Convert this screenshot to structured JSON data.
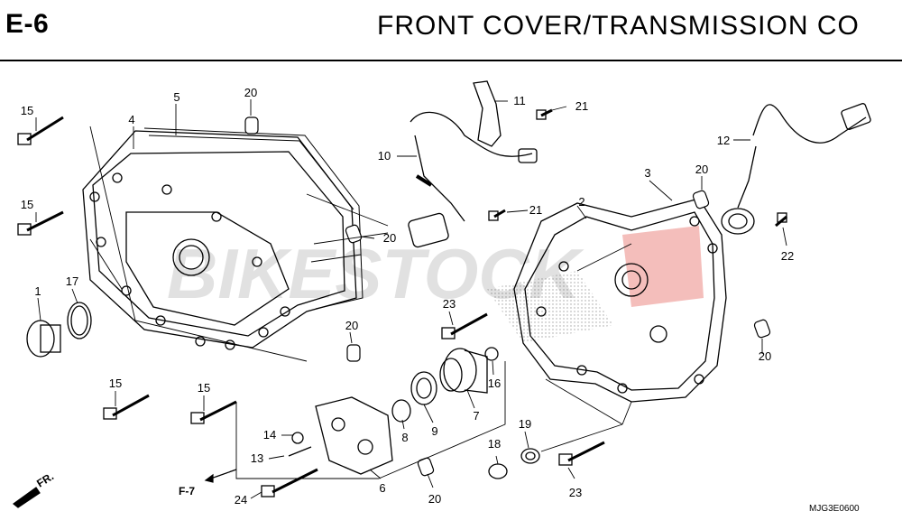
{
  "header": {
    "code": "E-6",
    "title": "FRONT  COVER/TRANSMISSION  CO"
  },
  "watermark": "BIKESTOCK",
  "callouts": {
    "c1": "1",
    "c2": "2",
    "c3": "3",
    "c4": "4",
    "c5": "5",
    "c6": "6",
    "c7": "7",
    "c8": "8",
    "c9": "9",
    "c10": "10",
    "c11": "11",
    "c12": "12",
    "c13": "13",
    "c14": "14",
    "c15a": "15",
    "c15b": "15",
    "c15c": "15",
    "c15d": "15",
    "c16": "16",
    "c17": "17",
    "c18": "18",
    "c19": "19",
    "c20a": "20",
    "c20b": "20",
    "c20c": "20",
    "c20d": "20",
    "c20e": "20",
    "c20f": "20",
    "c21a": "21",
    "c21b": "21",
    "c22": "22",
    "c23a": "23",
    "c23b": "23",
    "c24": "24"
  },
  "refs": {
    "f7": "F-7",
    "fr": "FR."
  },
  "diagram_code": "MJG3E0600",
  "colors": {
    "line": "#000000",
    "watermark_accent": "#e0443c"
  }
}
